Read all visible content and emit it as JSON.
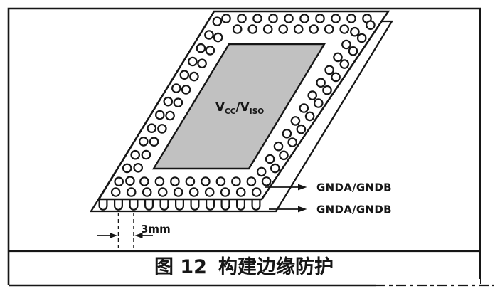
{
  "figure": {
    "caption": {
      "figure_no": "图 12",
      "title": "构建边缘防护"
    },
    "plane_label": {
      "v1": "V",
      "sub1": "CC",
      "slash_v2": "/V",
      "sub2": "ISO"
    },
    "callout_top": "GNDA/GNDB",
    "callout_bottom": "GNDA/GNDB",
    "dimension_label": "3mm",
    "via_pattern": {
      "ring_count": 2,
      "castellation_count": 11
    },
    "colors": {
      "ink": "#161616",
      "plane_fill": "#c1c1c1",
      "background": "#ffffff"
    }
  }
}
